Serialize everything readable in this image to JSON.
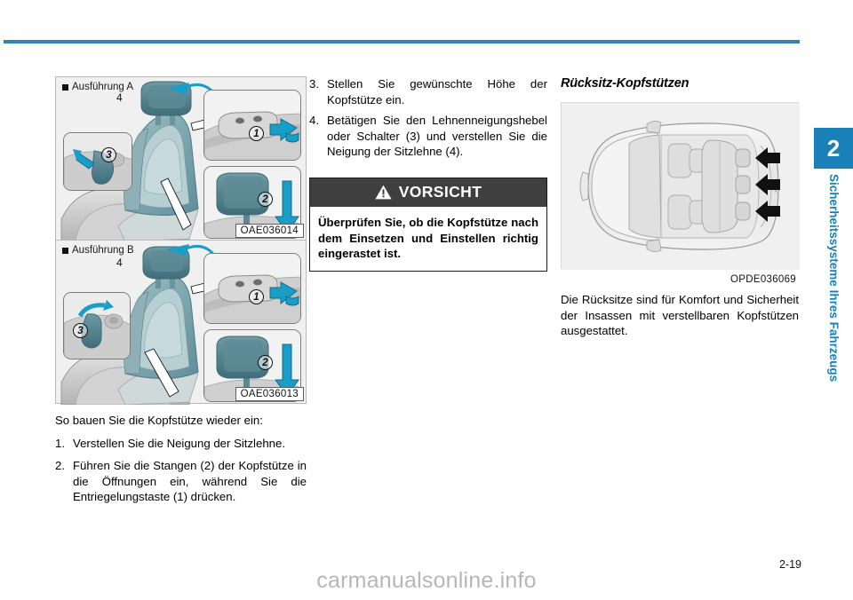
{
  "page": {
    "number": "2-19",
    "watermark": "carmanualsonline.info",
    "accent_color": "#2e86b0",
    "tab_color": "#1a80b8"
  },
  "chapter_tab": {
    "number": "2",
    "label": "Sicherheitssysteme Ihres Fahrzeugs"
  },
  "figures": {
    "variant_a": {
      "tag": "Ausführung A",
      "code": "OAE036014",
      "callout_numbers": [
        "1",
        "2",
        "3"
      ],
      "seat_number": "4"
    },
    "variant_b": {
      "tag": "Ausführung B",
      "code": "OAE036013",
      "callout_numbers": [
        "1",
        "2",
        "3"
      ],
      "seat_number": "4"
    },
    "rear_seat": {
      "code": "OPDE036069"
    }
  },
  "left_column": {
    "intro": "So bauen Sie die Kopfstütze wieder ein:",
    "steps": [
      {
        "num": "1.",
        "text": "Verstellen Sie die Neigung der Sitzlehne."
      },
      {
        "num": "2.",
        "text": "Führen Sie die Stangen (2) der Kopfstütze in die Öffnungen ein, während Sie die Entriegelungstaste (1) drücken."
      }
    ]
  },
  "middle_column": {
    "steps": [
      {
        "num": "3.",
        "text": "Stellen Sie gewünschte Höhe der Kopfstütze ein."
      },
      {
        "num": "4.",
        "text": "Betätigen Sie den Lehnenneigungshebel oder Schalter (3) und verstellen Sie die Neigung der Sitzlehne (4)."
      }
    ],
    "caution": {
      "title": "VORSICHT",
      "icon": "warning-triangle-icon",
      "body": "Überprüfen Sie, ob die Kopfstütze nach dem Einsetzen und Einstellen richtig eingerastet ist."
    }
  },
  "right_column": {
    "heading": "Rücksitz-Kopfstützen",
    "paragraph": "Die Rücksitze sind für Komfort und Sicherheit der Insassen mit verstellbaren Kopfstützen ausgestattet."
  }
}
